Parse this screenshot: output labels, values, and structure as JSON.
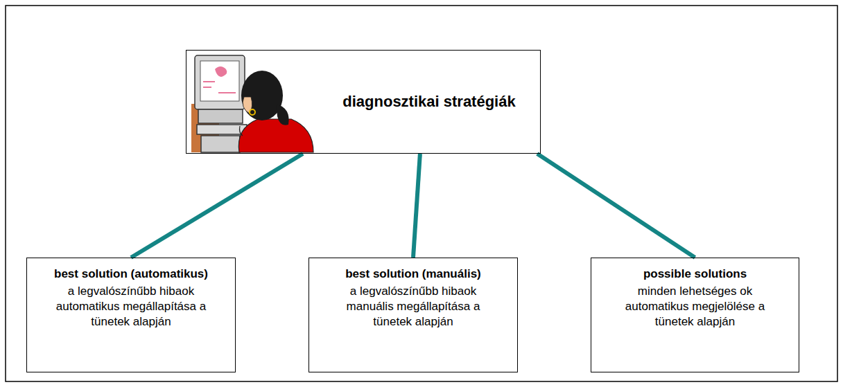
{
  "diagram": {
    "nodes": [
      {
        "text": [
          "diagnosztikai stratégiák"
        ]
      },
      {
        "text": [
          "best solution (automatikus)",
          "a legvalószínűbb hibaok automatikus megállapítása a tünetek alapján"
        ]
      },
      {
        "text": [
          "best solution (manuális)",
          "a legvalószínűbb hibaok manuális megállapítása a tünetek alapján"
        ]
      },
      {
        "text": [
          "possible solutions",
          "minden lehetséges ok automatikus megjelölése a tünetek alapján"
        ]
      }
    ],
    "edges": [
      {
        "from": 0,
        "to": 1,
        "arrow": "none"
      },
      {
        "from": 0,
        "to": 2,
        "arrow": "none"
      },
      {
        "from": 0,
        "to": 3,
        "arrow": "none"
      }
    ]
  }
}
